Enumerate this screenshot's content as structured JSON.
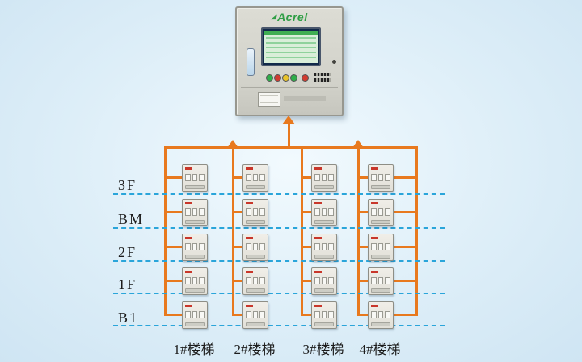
{
  "branding": {
    "logo": "Acrel"
  },
  "diagram": {
    "floor_labels": [
      "3F",
      "BM",
      "2F",
      "1F",
      "B1"
    ],
    "stair_labels": [
      "1#楼梯",
      "2#楼梯",
      "3#楼梯",
      "4#楼梯"
    ],
    "grid": {
      "rows": 5,
      "cols": 4
    },
    "colors": {
      "wire_orange": "#E8791E",
      "dashed_blue": "#2AA5DA",
      "logo_green": "#2F9E45",
      "background_blue": "#DDEEF8",
      "cabinet_gray": "#D2D2CA"
    }
  }
}
